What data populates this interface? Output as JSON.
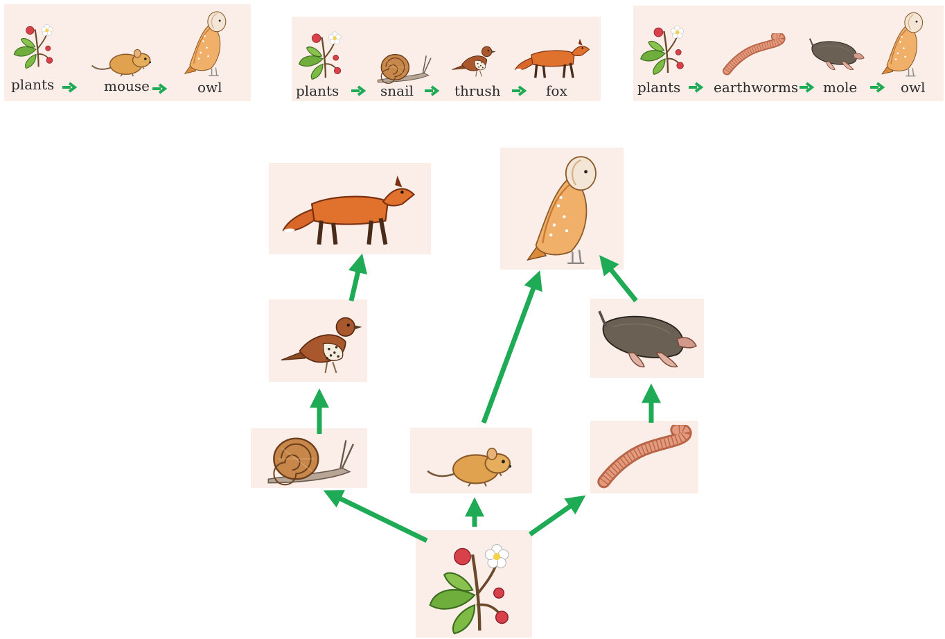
{
  "chains": [
    {
      "labels": [
        "plants",
        "mouse",
        "owl"
      ]
    },
    {
      "labels": [
        "plants",
        "snail",
        "thrush",
        "fox"
      ]
    },
    {
      "labels": [
        "plants",
        "earthworms",
        "mole",
        "owl"
      ]
    }
  ],
  "colors": {
    "arrow": "#1faa55",
    "card_bg": "#fbeee8"
  },
  "icons": [
    "plant-icon",
    "mouse-icon",
    "owl-icon",
    "snail-icon",
    "thrush-icon",
    "fox-icon",
    "earthworm-icon",
    "mole-icon"
  ]
}
